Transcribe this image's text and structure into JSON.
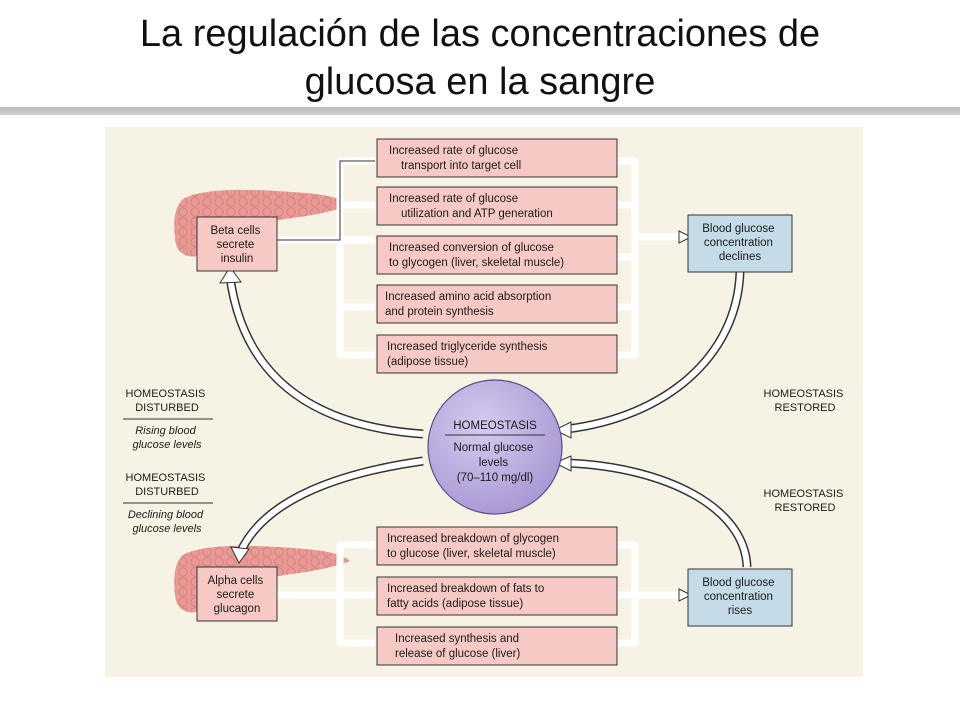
{
  "title": {
    "line1": "La regulación de las concentraciones de",
    "line2": "glucosa en la sangre"
  },
  "colors": {
    "background": "#f7f3e4",
    "effect_box": "#f7c9c4",
    "result_box": "#c5dbe8",
    "homeostasis_circle": "#b9a9d8",
    "pancreas": "#e99a96"
  },
  "diagram": {
    "beta_cells": [
      "Beta cells",
      "secrete",
      "insulin"
    ],
    "alpha_cells": [
      "Alpha cells",
      "secrete",
      "glucagon"
    ],
    "insulin_effects": [
      [
        "Increased rate of glucose",
        "transport into target cell"
      ],
      [
        "Increased rate of glucose",
        "utilization and ATP generation"
      ],
      [
        "Increased conversion of glucose",
        "to glycogen (liver, skeletal muscle)"
      ],
      [
        "Increased amino acid absorption",
        "and protein synthesis"
      ],
      [
        "Increased triglyceride synthesis",
        "(adipose tissue)"
      ]
    ],
    "glucagon_effects": [
      [
        "Increased breakdown of glycogen",
        "to glucose (liver, skeletal muscle)"
      ],
      [
        "Increased breakdown of fats to",
        "fatty acids (adipose tissue)"
      ],
      [
        "Increased synthesis and",
        "release of glucose (liver)"
      ]
    ],
    "result_declines": [
      "Blood glucose",
      "concentration",
      "declines"
    ],
    "result_rises": [
      "Blood glucose",
      "concentration",
      "rises"
    ],
    "homeostasis": {
      "heading": "HOMEOSTASIS",
      "lines": [
        "Normal glucose",
        "levels",
        "(70–110 mg/dl)"
      ]
    },
    "disturbed_top": {
      "heading": [
        "HOMEOSTASIS",
        "DISTURBED"
      ],
      "detail": [
        "Rising blood",
        "glucose levels"
      ]
    },
    "disturbed_bottom": {
      "heading": [
        "HOMEOSTASIS",
        "DISTURBED"
      ],
      "detail": [
        "Declining blood",
        "glucose levels"
      ]
    },
    "restored_top": [
      "HOMEOSTASIS",
      "RESTORED"
    ],
    "restored_bottom": [
      "HOMEOSTASIS",
      "RESTORED"
    ]
  }
}
